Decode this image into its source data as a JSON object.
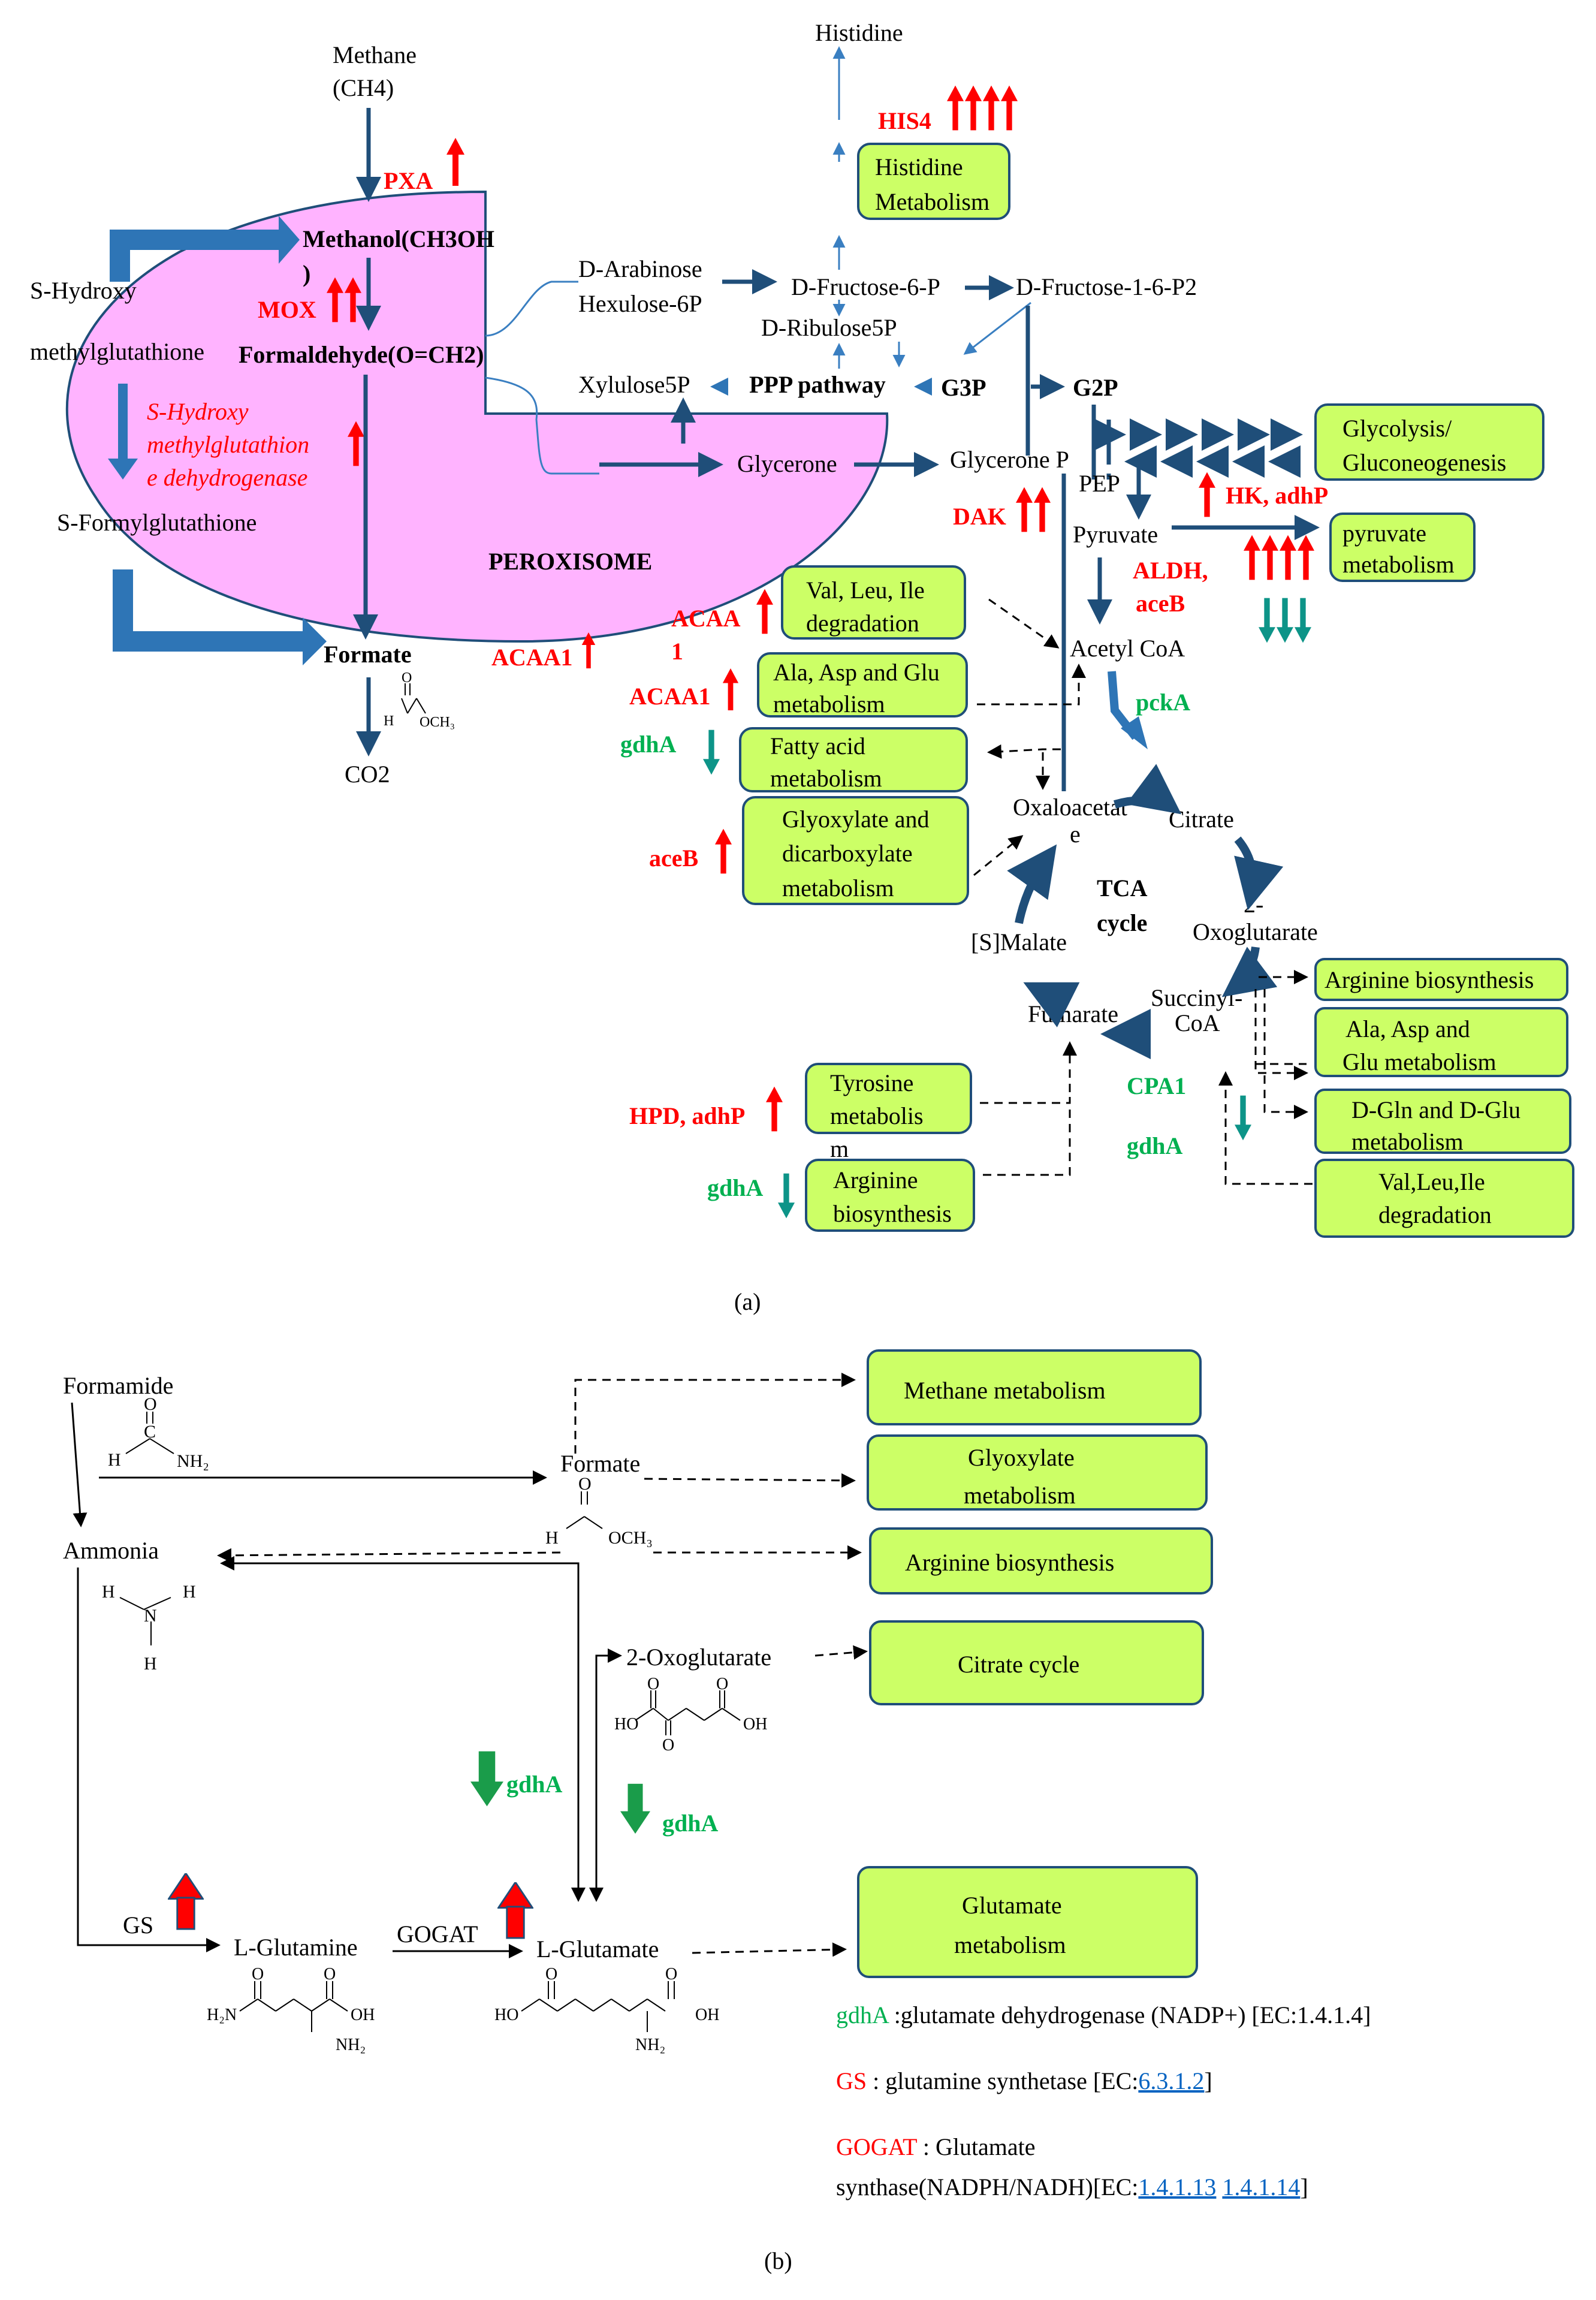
{
  "panel_a": {
    "caption": "(a)",
    "compounds": {
      "methane": [
        "Methane",
        "(CH4)"
      ],
      "methanol": "Methanol(CH3OH",
      "methanol_paren": ")",
      "formaldehyde": "Formaldehyde(O=CH2)",
      "s_hydroxy": "S-Hydroxy",
      "methylglutathione": "methylglutathione",
      "s_formylglutathione": "S-Formylglutathione",
      "formate": "Formate",
      "co2": "CO2",
      "peroxisome": "PEROXISOME",
      "d_arabinose": [
        "D-Arabinose",
        "Hexulose-6P"
      ],
      "d_fructose_6p": "D-Fructose-6-P",
      "d_fructose_16p2": "D-Fructose-1-6-P2",
      "d_ribulose5p": "D-Ribulose5P",
      "xylulose5p": "Xylulose5P",
      "ppp": "PPP pathway",
      "g3p": "G3P",
      "g2p": "G2P",
      "glycerone": "Glycerone",
      "glycerone_p": "Glycerone P",
      "pep": "PEP",
      "pyruvate": "Pyruvate",
      "acetyl_coa": "Acetyl CoA",
      "oxaloacetate": [
        "Oxaloacetat",
        "e"
      ],
      "citrate": "Citrate",
      "oxoglutarate": [
        "2-",
        "Oxoglutarate"
      ],
      "succinyl": [
        "Succinyl-",
        "CoA"
      ],
      "fumarate": "Fumarate",
      "malate": "[S]Malate",
      "tca": [
        "TCA",
        "cycle"
      ],
      "histidine": "Histidine"
    },
    "boxes": {
      "histidine_met": [
        "Histidine",
        "Metabolism"
      ],
      "glycolysis": [
        "Glycolysis/",
        "Gluconeogenesis"
      ],
      "pyruvate_met": [
        "pyruvate",
        "metabolism"
      ],
      "val_leu": [
        "Val, Leu, Ile",
        "degradation"
      ],
      "ala_asp": [
        "Ala, Asp and Glu",
        "metabolism"
      ],
      "fatty_acid": [
        "Fatty acid",
        "metabolism"
      ],
      "glyoxylate": [
        "Glyoxylate and",
        "dicarboxylate",
        "metabolism"
      ],
      "arginine_bio_r": "Arginine biosynthesis",
      "ala_asp_r": [
        "Ala, Asp and",
        "Glu metabolism"
      ],
      "d_gln": [
        "D-Gln and D-Glu",
        "metabolism"
      ],
      "val_leu_r": [
        "Val,Leu,Ile",
        "degradation"
      ],
      "tyrosine": [
        "Tyrosine",
        "metabolis",
        "m"
      ],
      "arginine_bio_l": [
        "Arginine",
        "biosynthesis"
      ]
    },
    "genes": {
      "pxa": "PXA",
      "mox": "MOX",
      "his4": "HIS4",
      "s_hydroxy_enzyme": [
        "S-Hydroxy",
        "methylglutathion",
        "e dehydrogenase"
      ],
      "dak": "DAK",
      "hk_adhp": "HK, adhP",
      "aldh": [
        "ALDH,",
        "aceB"
      ],
      "acaa": [
        "ACAA",
        "1"
      ],
      "acaa1_a": "ACAA1",
      "acaa1_b": "ACAA1",
      "gdha_1": "gdhA",
      "aceb": "aceB",
      "pcka": "pckA",
      "cpa1": "CPA1",
      "gdha_2": "gdhA",
      "hpd": "HPD, adhP",
      "gdha_3": "gdhA"
    }
  },
  "panel_b": {
    "caption": "(b)",
    "formamide": "Formamide",
    "formate": "Formate",
    "ammonia": "Ammonia",
    "oxoglutarate": "2-Oxoglutarate",
    "l_glutamine": "L-Glutamine",
    "l_glutamate": "L-Glutamate",
    "gs": "GS",
    "gogat": "GOGAT",
    "gdha_left": "gdhA",
    "gdha_right": "gdhA",
    "boxes": {
      "methane": "Methane metabolism",
      "glyoxylate": [
        "Glyoxylate",
        "metabolism"
      ],
      "arginine": "Arginine biosynthesis",
      "citrate": "Citrate cycle",
      "glutamate": [
        "Glutamate",
        "metabolism"
      ]
    },
    "legend": {
      "gdha_key": "gdhA",
      "gdha_desc": " :glutamate dehydrogenase (NADP+) [EC:1.4.1.4]",
      "gs_key": "GS",
      "gs_desc": " : glutamine synthetase [EC:",
      "gs_ec": "6.3.1.2",
      "gs_close": "]",
      "gogat_key": "GOGAT",
      "gogat_desc": " : Glutamate",
      "gogat_line2": "synthase(NADPH/NADH)[EC:",
      "gogat_ec1": "1.4.1.13",
      "gogat_ec2": "1.4.1.14",
      "gogat_close": "]"
    }
  },
  "colors": {
    "up_arrow": "#ff0000",
    "down_arrow": "#00a0a0",
    "box_fill": "#ccff66",
    "box_stroke": "#1f4e79",
    "pathway_arrow": "#1f4e79",
    "peroxisome": "#ffb3ff",
    "gene_up": "#ff0000",
    "gene_down": "#00b050"
  }
}
